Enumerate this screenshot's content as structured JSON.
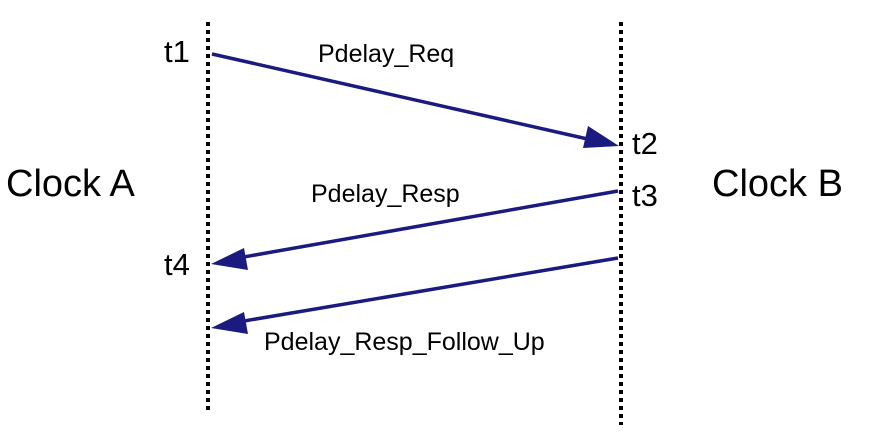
{
  "clocks": {
    "left": "Clock A",
    "right": "Clock B"
  },
  "timestamps": {
    "t1": "t1",
    "t2": "t2",
    "t3": "t3",
    "t4": "t4"
  },
  "messages": [
    {
      "label": "Pdelay_Req",
      "from": "Clock A",
      "to": "Clock B"
    },
    {
      "label": "Pdelay_Resp",
      "from": "Clock B",
      "to": "Clock A"
    },
    {
      "label": "Pdelay_Resp_Follow_Up",
      "from": "Clock B",
      "to": "Clock A"
    }
  ],
  "colors": {
    "arrow": "#1a1a80",
    "text": "#000000",
    "timeline": "#000000"
  }
}
